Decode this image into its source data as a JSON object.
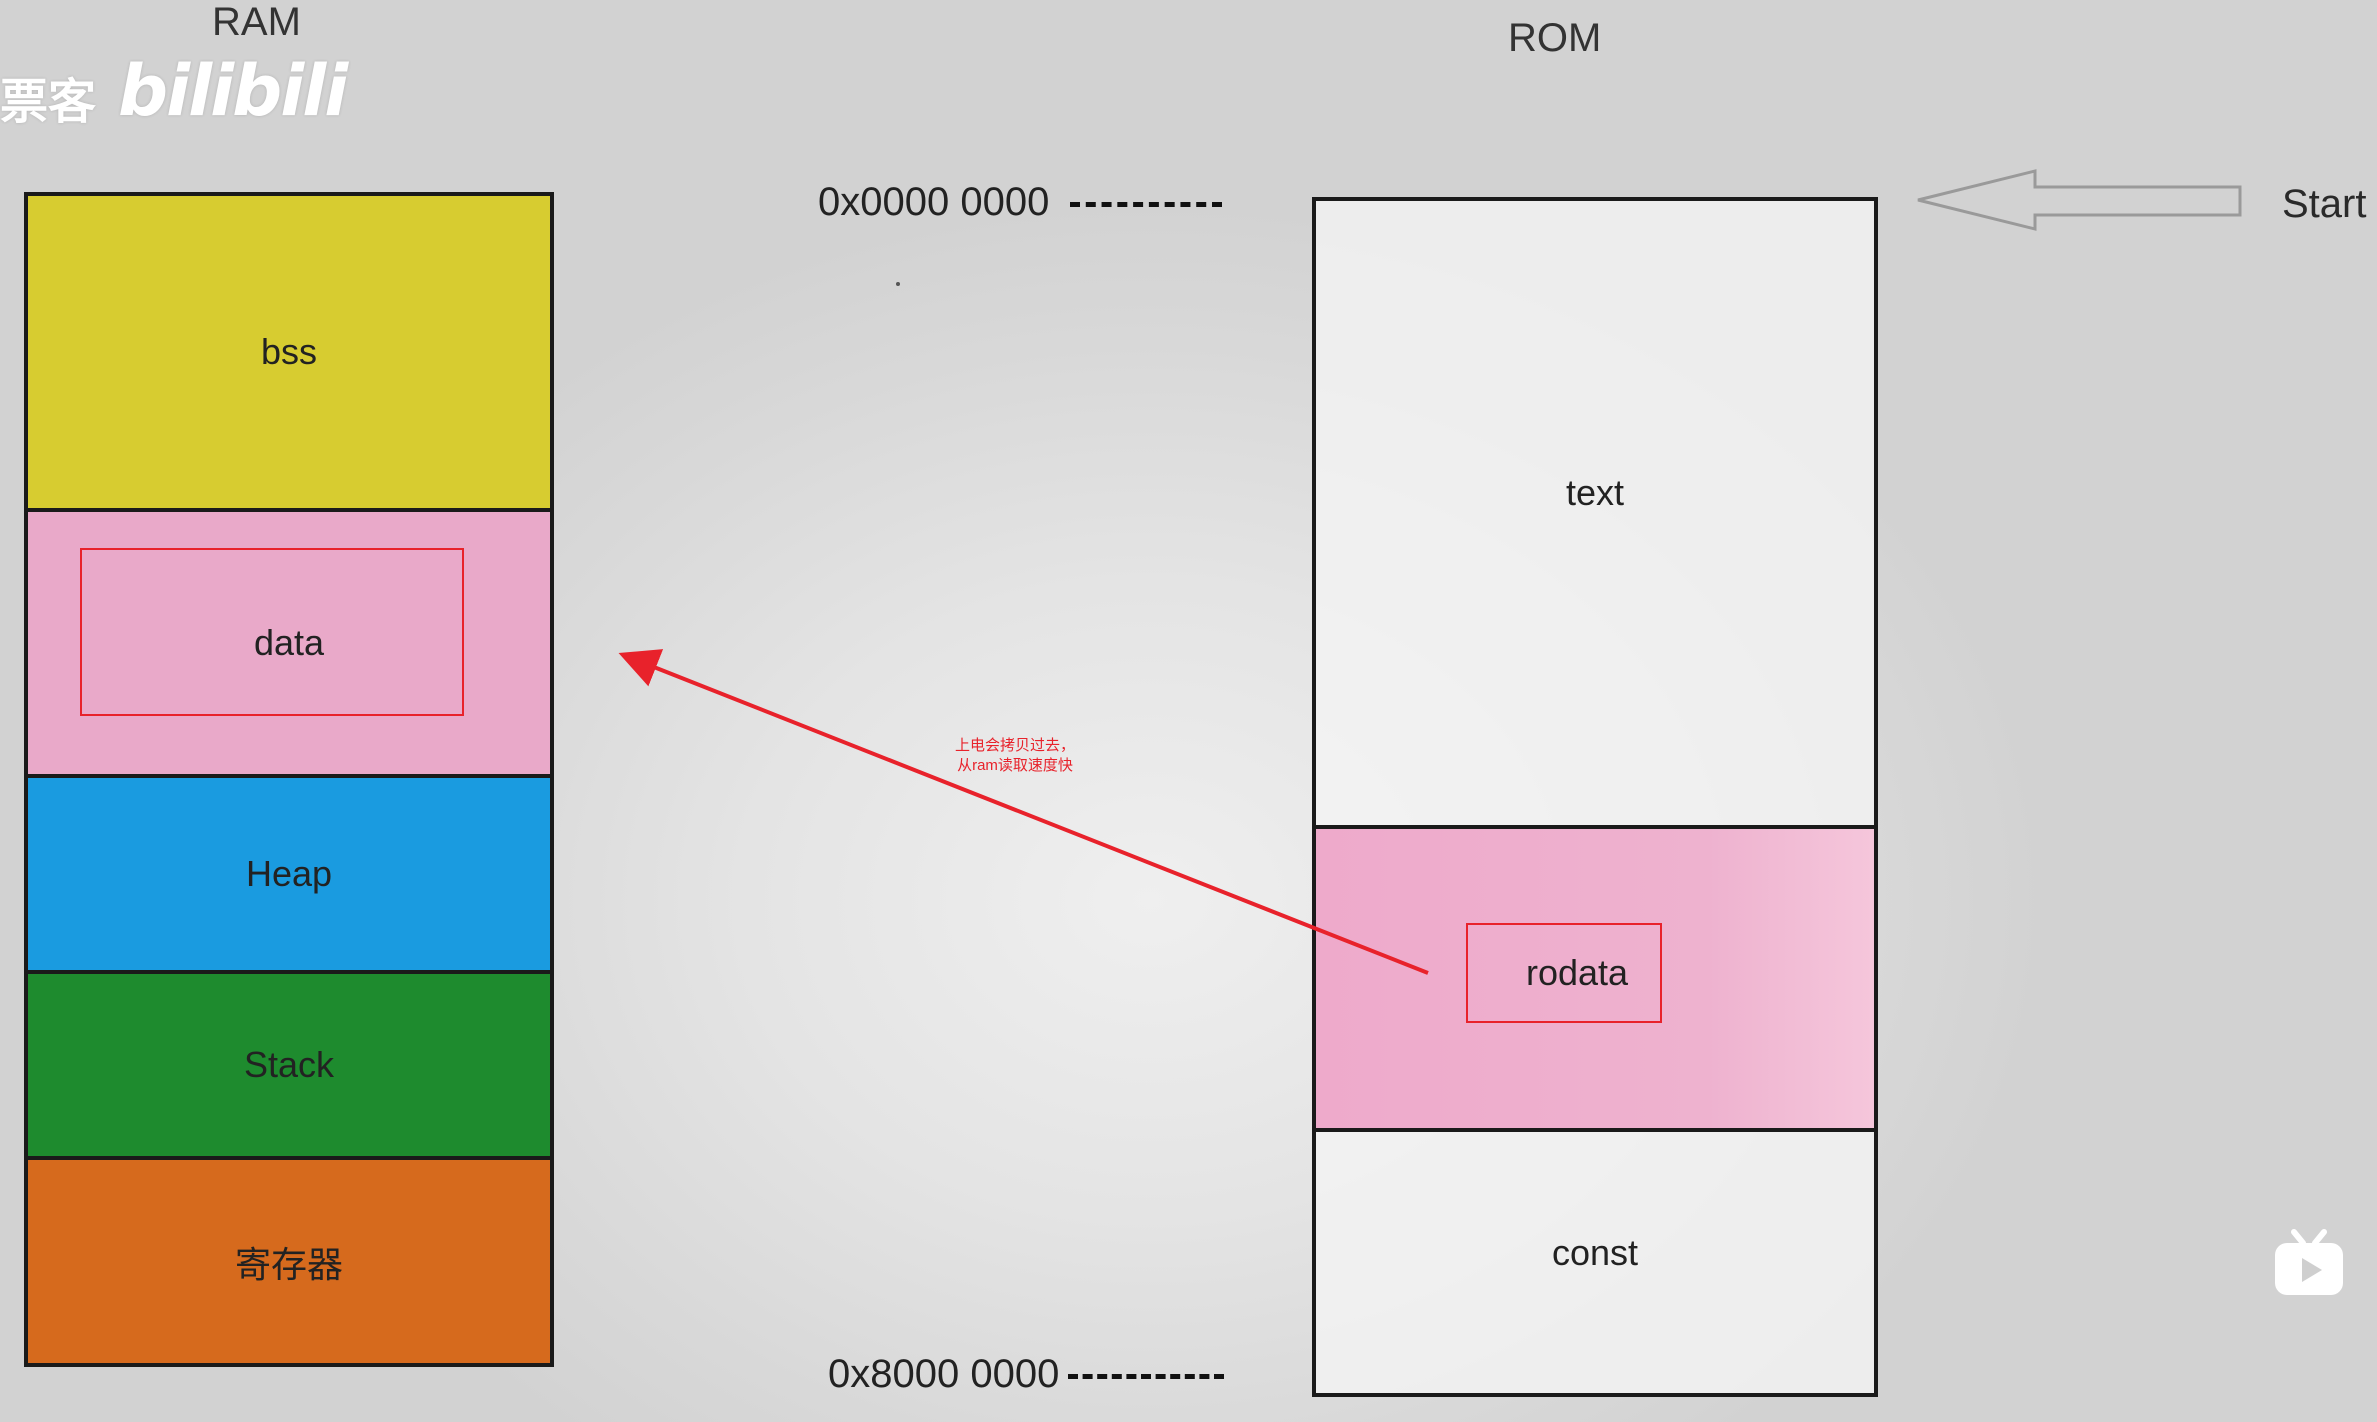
{
  "watermark": {
    "prefix": "票客",
    "brand": "bilibili"
  },
  "ram": {
    "title": "RAM",
    "segments": [
      {
        "label": "bss",
        "color": "#d7cc30"
      },
      {
        "label": "data",
        "color": "#e9a9c9"
      },
      {
        "label": "Heap",
        "color": "#1a9be0"
      },
      {
        "label": "Stack",
        "color": "#1e8b2e"
      },
      {
        "label": "寄存器",
        "color": "#d66a1d"
      }
    ]
  },
  "rom": {
    "title": "ROM",
    "segments": [
      {
        "label": "text",
        "color": "#f3f3f3"
      },
      {
        "label": "rodata",
        "color": "#eeaacb"
      },
      {
        "label": "const",
        "color": "#f3f3f3"
      }
    ]
  },
  "addresses": {
    "start": "0x0000 0000",
    "end": "0x8000 0000"
  },
  "start_label": "Start",
  "annotation": {
    "line1": "上电会拷贝过去，",
    "line2": "从ram读取速度快",
    "color": "#e8222b"
  }
}
